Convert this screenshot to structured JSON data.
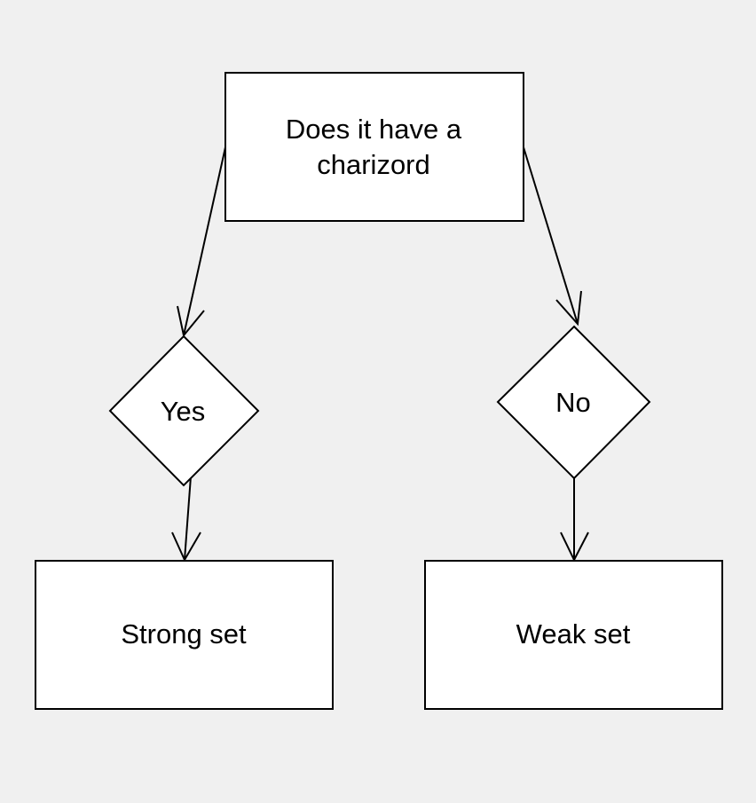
{
  "diagram": {
    "question": {
      "line1": "Does it have a",
      "line2": "charizord"
    },
    "yes_label": "Yes",
    "no_label": "No",
    "strong_label": "Strong set",
    "weak_label": "Weak set"
  }
}
